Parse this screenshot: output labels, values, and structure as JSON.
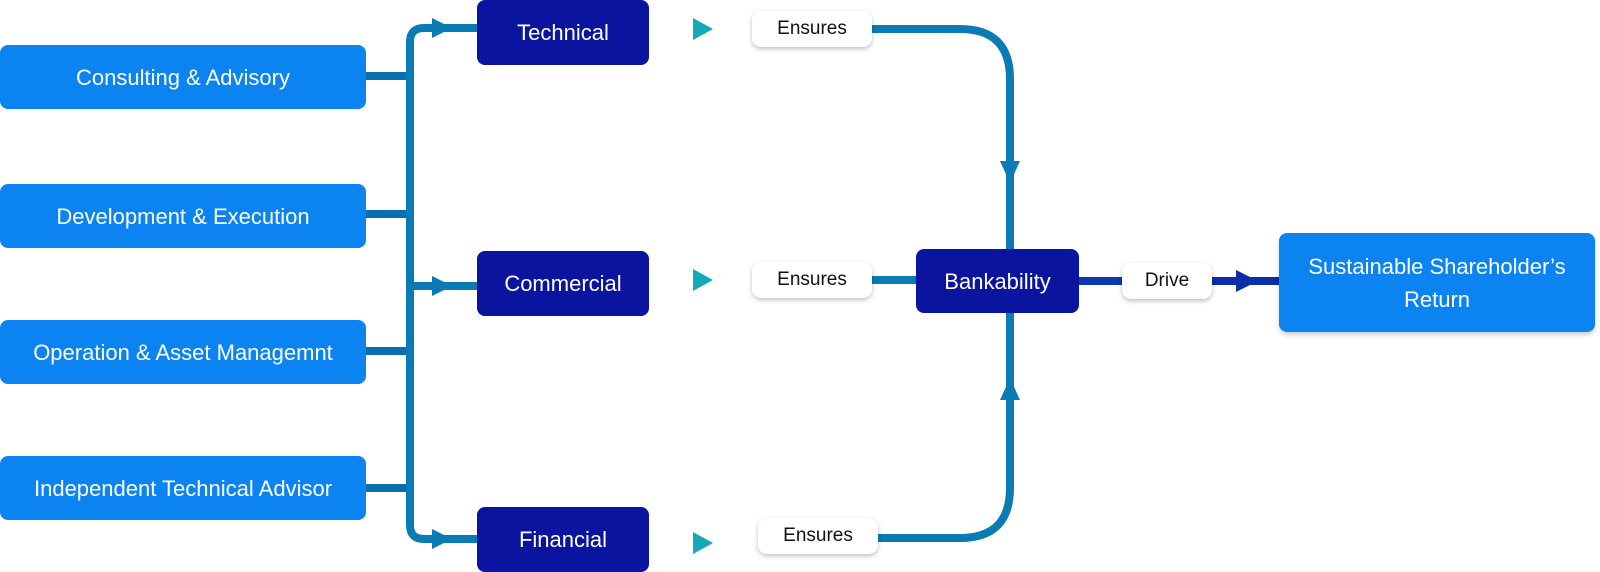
{
  "services": [
    {
      "label": "Consulting & Advisory"
    },
    {
      "label": "Development & Execution"
    },
    {
      "label": "Operation & Asset Managemnt"
    },
    {
      "label": "Independent Technical Advisor"
    }
  ],
  "pillars": [
    {
      "label": "Technical"
    },
    {
      "label": "Commercial"
    },
    {
      "label": "Financial"
    }
  ],
  "connectors": {
    "ensures_technical": "Ensures",
    "ensures_commercial": "Ensures",
    "ensures_financial": "Ensures",
    "drive": "Drive"
  },
  "bankability": "Bankability",
  "goal": {
    "line1": "Sustainable Shareholder’s",
    "line2": "Return"
  },
  "colors": {
    "service_blue": "#0b84f2",
    "navy": "#0a149e",
    "wire_blue": "#0a7bb4",
    "teal": "#14b5ba",
    "dark_wire": "#0a2fa8"
  }
}
